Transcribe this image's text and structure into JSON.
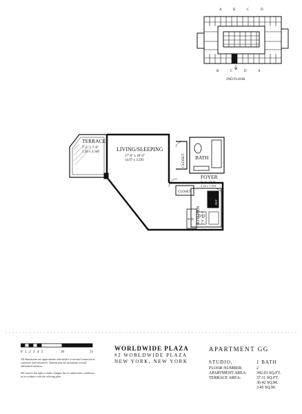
{
  "keyplan": {
    "floor_label": "2ND FLOOR",
    "top_labels": [
      "A",
      "B",
      "C",
      "D"
    ],
    "bottom_labels": [
      "B",
      "C",
      "D",
      "A"
    ]
  },
  "rooms": {
    "terrace": {
      "name": "TERRACE",
      "imperial": "7'-5\" x 7'-6\"",
      "metric": "2.26 x 2.340"
    },
    "living": {
      "name": "LIVING/SLEEPING",
      "imperial": "17'-9\" x 18'-4\"",
      "metric": "14.97 x 3.593"
    },
    "closet_living": {
      "name": "CLOSET"
    },
    "bath": {
      "name": "BATH"
    },
    "foyer": {
      "name": "FOYER",
      "imperial": "7'-4\" x 7'-8\"",
      "metric": "2.22 x 1.531"
    },
    "closet_foyer": {
      "name": "CLOSET"
    },
    "kitchen": {
      "name": "KITCHEN",
      "imperial": "7'-9\" x 7'-4\""
    },
    "w_d": {
      "name": "W/D"
    },
    "ref": {
      "name": "REF"
    }
  },
  "scale": {
    "labels": [
      "0",
      "1",
      "2",
      "3",
      "4",
      "5",
      "10",
      "15"
    ],
    "note1": "All dimensions are approximate and subject to normal construction variances and tolerances. Dimensions are maximum overall, unfinished interiors.",
    "note2": "We reserve the right to make changes due to unforeseen conditions, in accordance with the offering plan."
  },
  "building": {
    "name": "WORLDWIDE PLAZA",
    "address1": "#2 WORLDWIDE PLAZA",
    "address2": "NEW YORK, NEW YORK"
  },
  "apartment": {
    "title": "APARTMENT GG",
    "type": "STUDIO,",
    "baths": "1 BATH",
    "floor_label": "FLOOR NUMBER:",
    "floor_value": "2",
    "area_label": "APARTMENT AREA:",
    "area_sqft": "392.03 SQ.FT.",
    "area_sqm": "37.11 SQ.FT.",
    "terrace_label": "TERRACE AREA:",
    "terrace_sqm": "36.42 SQ.M.",
    "terrace_sqm2": "3.45 SQ.M."
  },
  "colors": {
    "ink": "#111111",
    "paper": "#ffffff",
    "dashed": "#bbbbbb"
  }
}
